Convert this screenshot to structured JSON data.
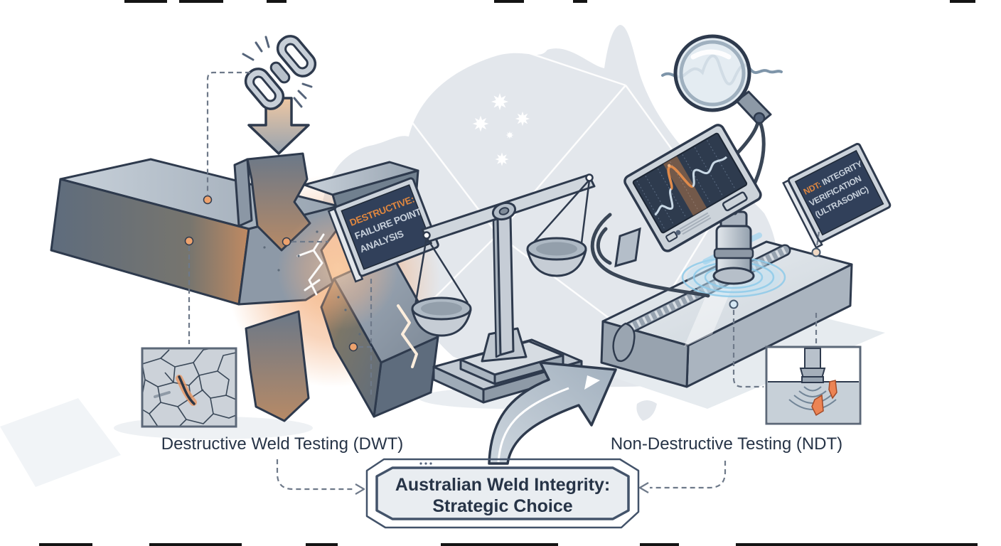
{
  "title_banner": {
    "line1": "Australian Weld Integrity:",
    "line2": "Strategic Choice"
  },
  "section_labels": {
    "dwt": "Destructive Weld Testing (DWT)",
    "ndt": "Non-Destructive Testing (NDT)"
  },
  "sign_destructive": {
    "line1": "DESTRUCTIVE:",
    "line2": "FAILURE POINT",
    "line3": "ANALYSIS"
  },
  "sign_ndt": {
    "prefix": "NDT:",
    "line1_rest": " INTEGRITY",
    "line2": "VERIFICATION",
    "line3": "(ULTRASONIC)"
  },
  "icons": [
    "broken-chain-icon",
    "down-arrow-icon",
    "fractured-weld-joint",
    "microstructure-crack-inset",
    "balance-scale-icon",
    "curved-up-arrow-icon",
    "magnifier-wave-icon",
    "oscilloscope-monitor",
    "ultrasonic-probe-icon",
    "weld-plate",
    "ultrasound-flaw-inset",
    "australia-map-silhouette",
    "southern-cross-stars"
  ],
  "colors": {
    "outline": "#2E3A4D",
    "accent_orange": "#E0873F",
    "glow_orange": "#F2AE79",
    "panel_navy": "#31405A",
    "steel_light": "#CCD3DB",
    "steel_mid": "#98A4B1",
    "map_gray": "#E3E7EC",
    "ultrasound_blue": "#8ECBEA",
    "label_text": "#273447"
  }
}
